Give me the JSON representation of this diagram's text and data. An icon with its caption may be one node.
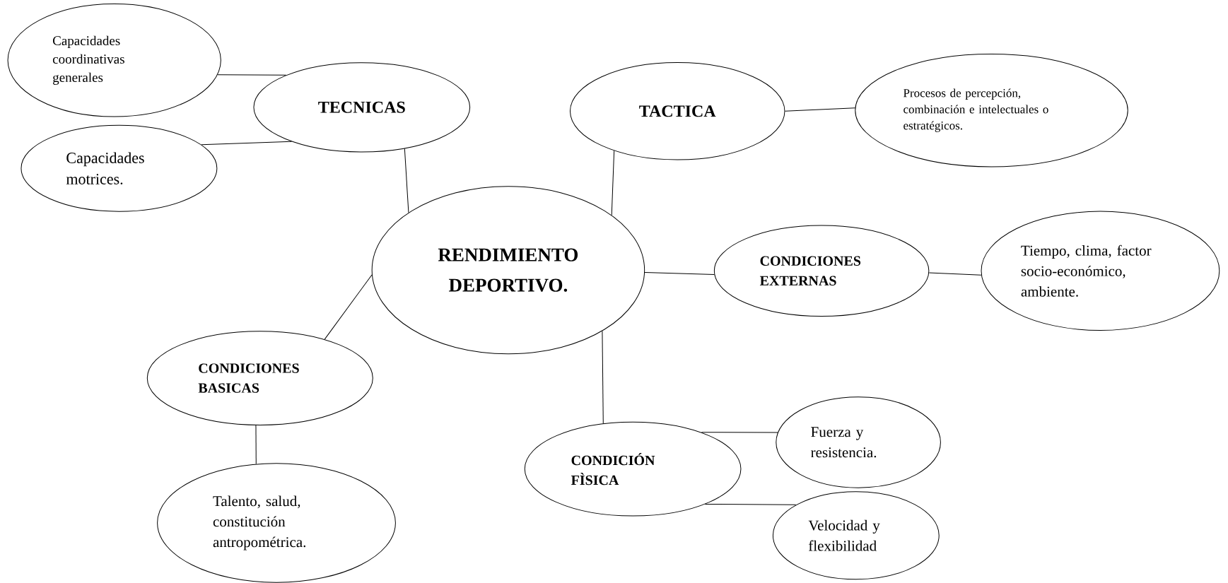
{
  "diagram": {
    "nodes": [
      {
        "text": [
          "Capacidades coordinativas generales"
        ]
      },
      {
        "text": [
          "TECNICAS"
        ]
      },
      {
        "text": [
          "Capacidades motrices."
        ]
      },
      {
        "text": [
          "TACTICA"
        ]
      },
      {
        "text": [
          "Procesos de percepción, combinación e intelectuales o estratégicos."
        ]
      },
      {
        "text": [
          "RENDIMIENTO DEPORTIVO."
        ]
      },
      {
        "text": [
          "CONDICIONES EXTERNAS"
        ]
      },
      {
        "text": [
          "Tiempo, clima, factor socio-económico, ambiente."
        ]
      },
      {
        "text": [
          "CONDICIONES BASICAS"
        ]
      },
      {
        "text": [
          "CONDICIÓN FÌSICA"
        ]
      },
      {
        "text": [
          "Fuerza y resistencia."
        ]
      },
      {
        "text": [
          "Talento, salud, constitución antropométrica."
        ]
      },
      {
        "text": [
          "Velocidad y flexibilidad"
        ]
      }
    ],
    "edges": [
      {
        "from": 0,
        "to": 1,
        "arrow": "none"
      },
      {
        "from": 2,
        "to": 1,
        "arrow": "none"
      },
      {
        "from": 1,
        "to": 5,
        "arrow": "none"
      },
      {
        "from": 3,
        "to": 5,
        "arrow": "none"
      },
      {
        "from": 3,
        "to": 4,
        "arrow": "none"
      },
      {
        "from": 5,
        "to": 6,
        "arrow": "none"
      },
      {
        "from": 6,
        "to": 7,
        "arrow": "none"
      },
      {
        "from": 5,
        "to": 8,
        "arrow": "none"
      },
      {
        "from": 8,
        "to": 11,
        "arrow": "none"
      },
      {
        "from": 5,
        "to": 9,
        "arrow": "none"
      },
      {
        "from": 9,
        "to": 10,
        "arrow": "none"
      },
      {
        "from": 9,
        "to": 12,
        "arrow": "none"
      }
    ]
  }
}
